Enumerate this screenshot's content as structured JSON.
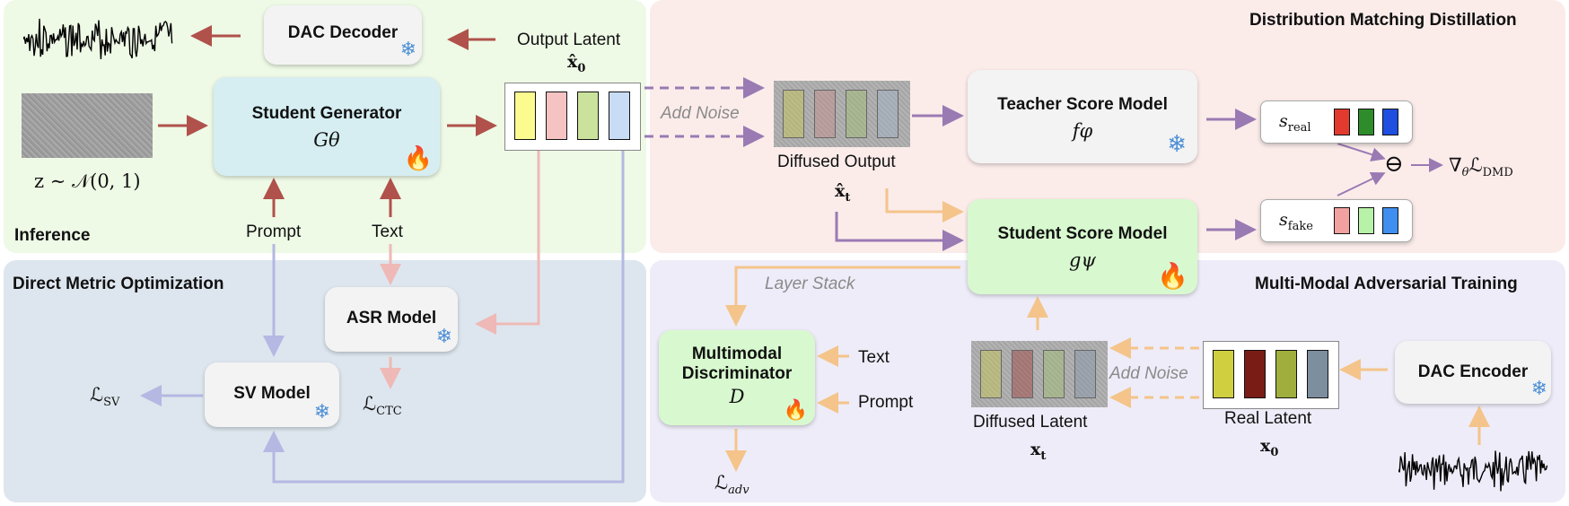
{
  "regions": {
    "inference": "Inference",
    "dmd": "Distribution Matching Distillation",
    "direct_metric": "Direct Metric Optimization",
    "adversarial": "Multi-Modal Adversarial Training"
  },
  "boxes": {
    "dac_decoder": "DAC Decoder",
    "student_generator": {
      "name": "Student Generator",
      "symbol": "Gθ"
    },
    "teacher_score": {
      "name": "Teacher Score Model",
      "symbol": "fφ"
    },
    "student_score": {
      "name": "Student Score Model",
      "symbol": "gψ"
    },
    "asr_model": "ASR Model",
    "sv_model": "SV Model",
    "multimodal_disc": {
      "line1": "Multimodal",
      "line2": "Discriminator",
      "symbol": "D"
    },
    "dac_encoder": "DAC Encoder"
  },
  "labels": {
    "output_latent": "Output Latent",
    "output_latent_sym": "x̂",
    "output_latent_sub": "0",
    "noise_input": "z ∼ 𝒩(0, 1)",
    "add_noise": "Add Noise",
    "diffused_output": "Diffused Output",
    "diffused_output_sym": "x̂",
    "diffused_output_sub": "t",
    "s_real": "s",
    "s_real_sub": "real",
    "s_fake": "s",
    "s_fake_sub": "fake",
    "minus": "⊖",
    "grad_loss": "∇",
    "grad_loss_theta": "θ",
    "grad_loss_L": "ℒ",
    "grad_loss_sub": "DMD",
    "prompt": "Prompt",
    "text": "Text",
    "layer_stack": "Layer Stack",
    "loss_sv": "ℒ",
    "loss_sv_sub": "SV",
    "loss_ctc": "ℒ",
    "loss_ctc_sub": "CTC",
    "loss_adv": "ℒ",
    "loss_adv_sub": "adv",
    "disc_text": "Text",
    "disc_prompt": "Prompt",
    "add_noise_2": "Add Noise",
    "diffused_latent": "Diffused Latent",
    "diffused_latent_sym": "x",
    "diffused_latent_sub": "t",
    "real_latent": "Real Latent",
    "real_latent_sym": "x",
    "real_latent_sub": "0"
  },
  "icons": {
    "frozen": "snowflake-icon",
    "trainable": "flame-icon",
    "waveform": "waveform-icon",
    "noise_image": "noise-image-icon"
  },
  "colors": {
    "inference_bg": "#eef9e6",
    "dmd_bg": "#fbecea",
    "direct_bg": "#dde6ee",
    "adv_bg": "#eeecf8",
    "red_arrow": "#b0514b",
    "purple_arrow": "#9a7ab3",
    "orange_arrow": "#f4c48a",
    "pink_arrow": "#eeb9b6",
    "lavender_arrow": "#b4b8e2"
  }
}
